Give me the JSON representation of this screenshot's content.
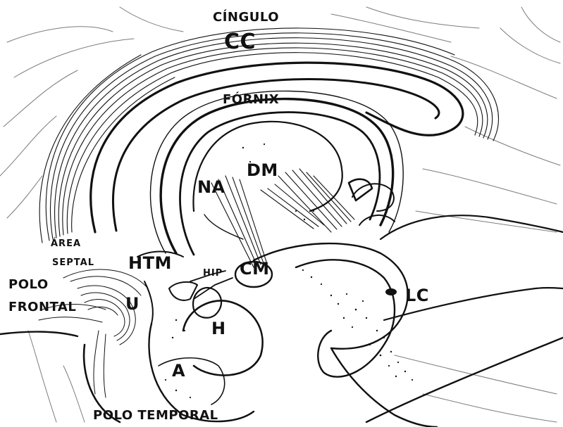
{
  "labels": {
    "cingulo": "CÍNGULO",
    "cc": "CC",
    "fornix": "FÓRNIX",
    "na": "NA",
    "dm": "DM",
    "area": "ÁREA",
    "septal": "SEPTAL",
    "htm": "HTM",
    "hip": "HIP",
    "cm": "CM",
    "polo_frontal_1": "POLO",
    "polo_frontal_2": "FRONTAL",
    "u": "U",
    "h": "H",
    "a": "A",
    "lc": "LC",
    "polo_temporal": "POLO TEMPORAL"
  },
  "colors": {
    "ink": "#111111",
    "paper": "#ffffff"
  }
}
